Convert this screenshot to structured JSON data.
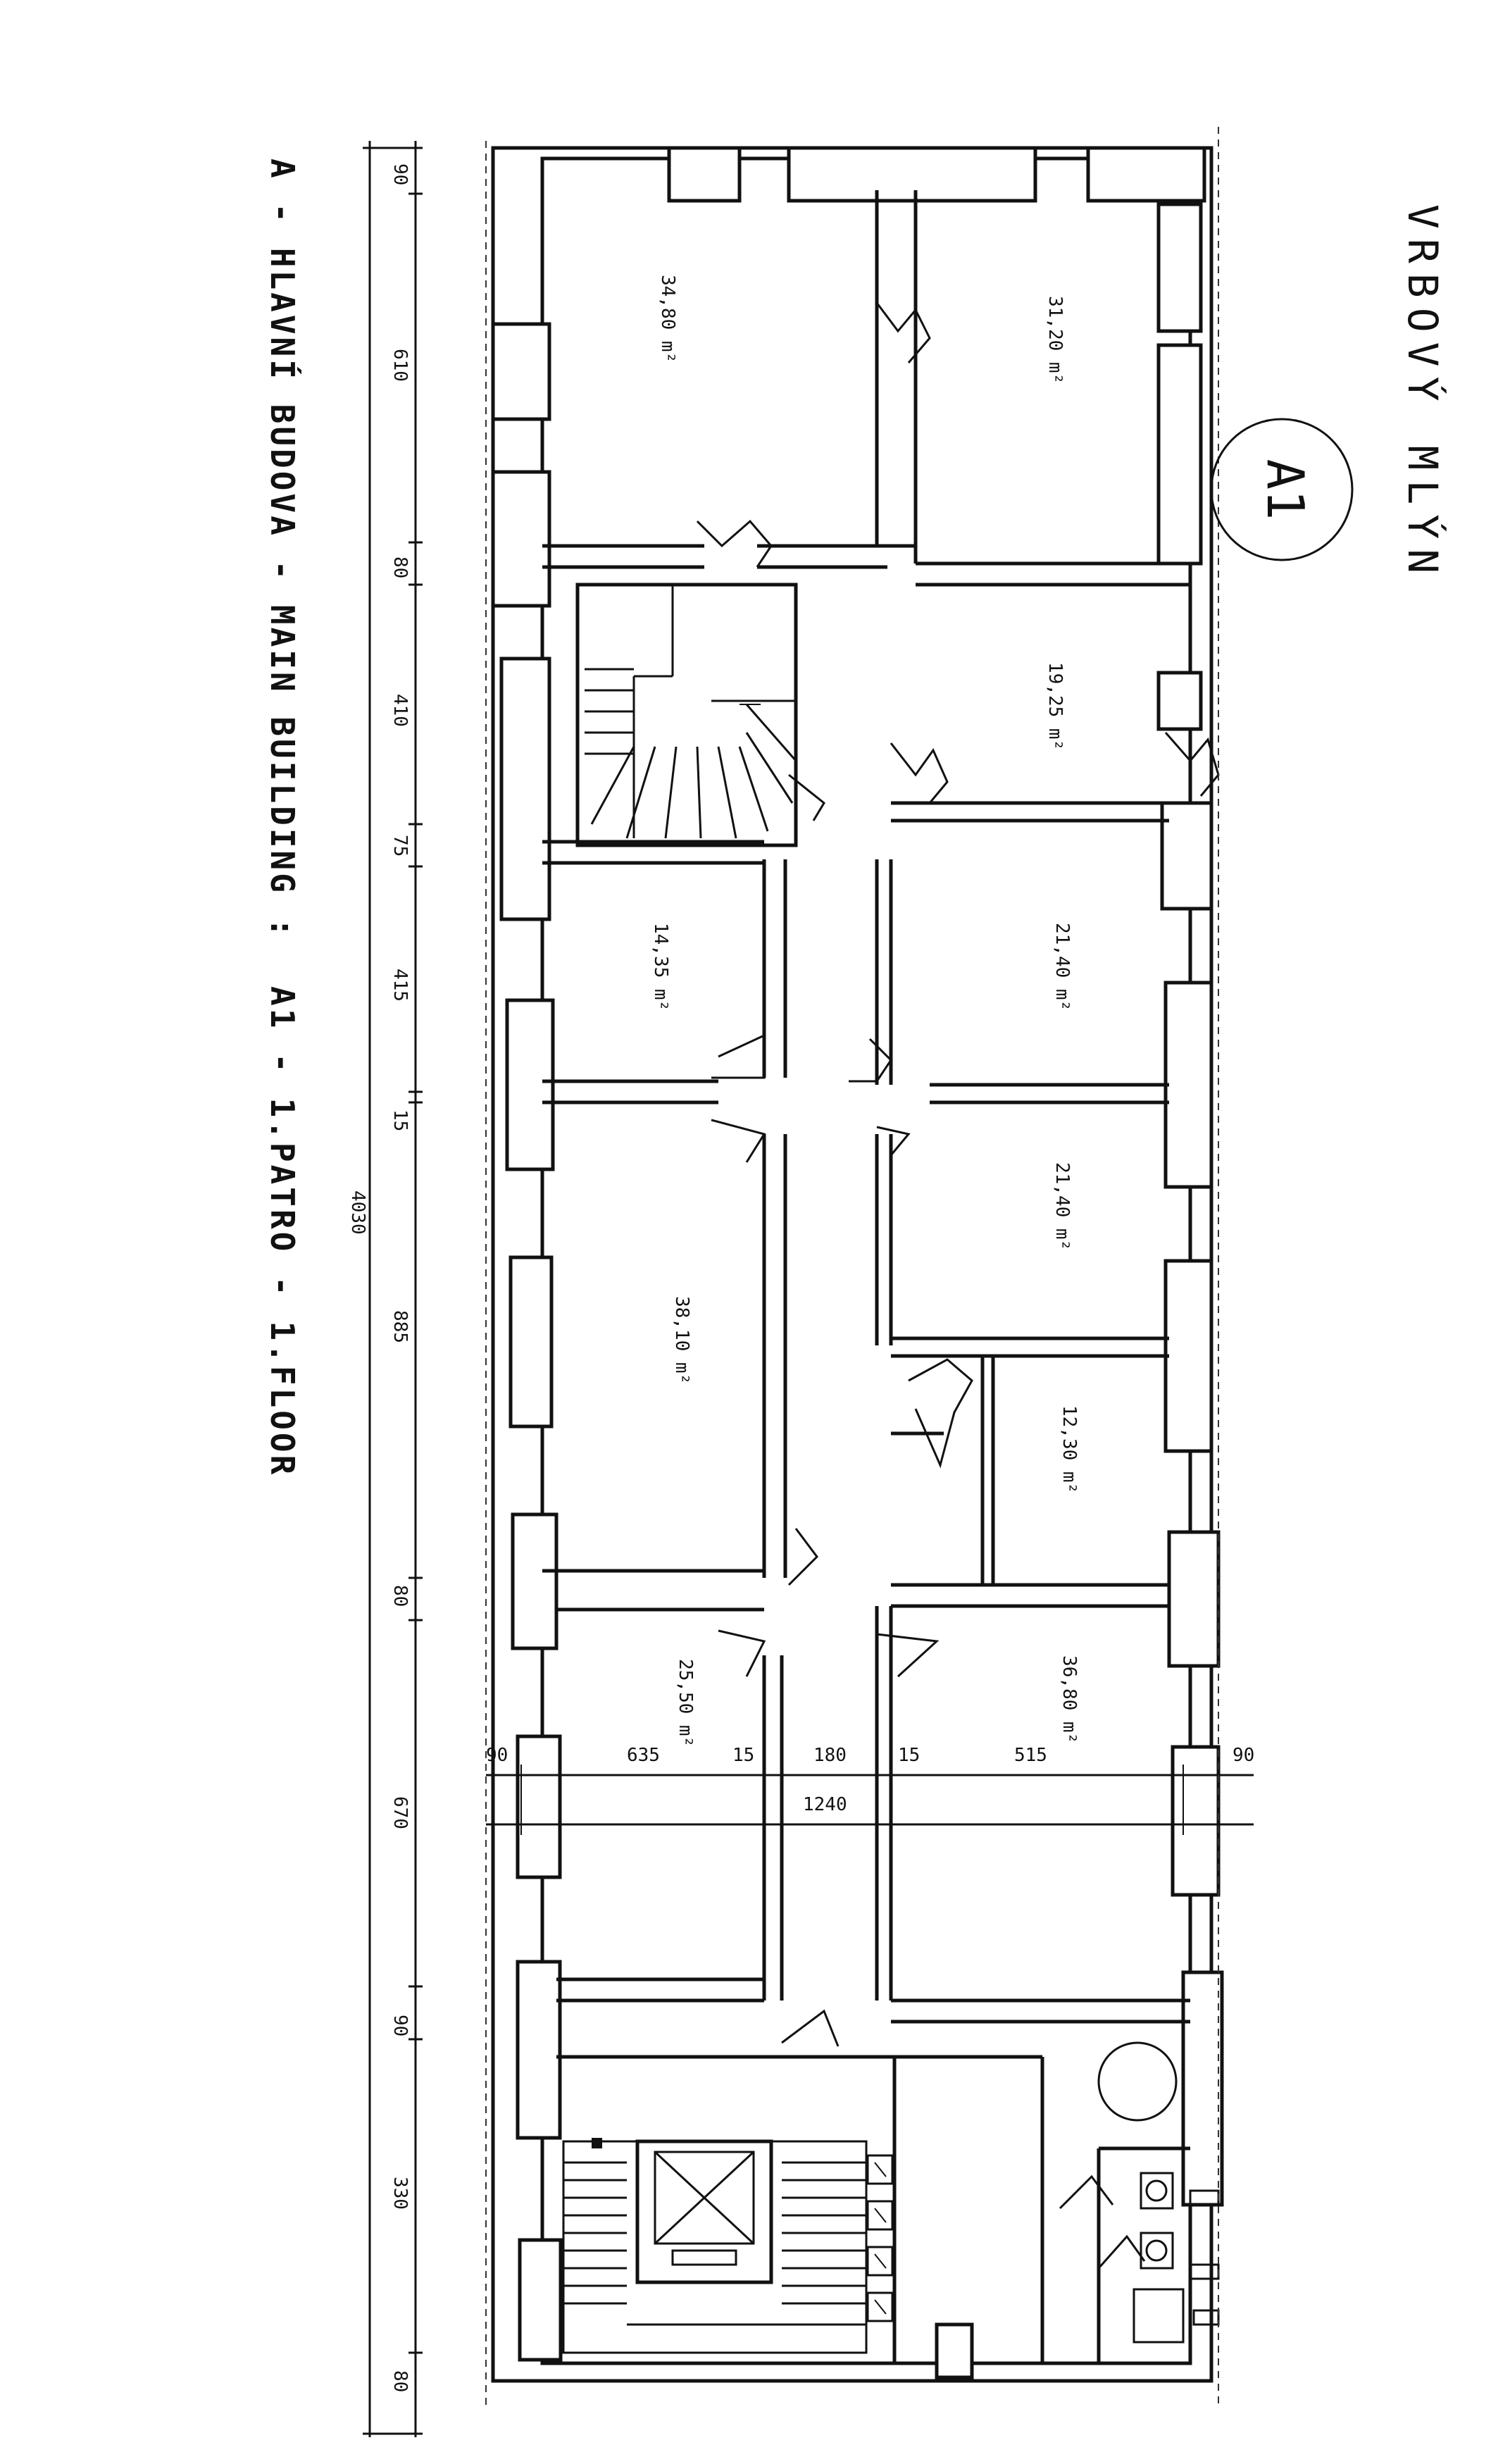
{
  "stamp": {
    "title": "VRBOVÝ MLÝN",
    "badge": "A1"
  },
  "caption": {
    "line1": "A - HLAVNÍ BUDOVA - MAIN BUILDING :",
    "line2": "A1 - 1.PATRO - 1.FLOOR"
  },
  "rooms": [
    "34,80 m²",
    "31,20 m²",
    "19,25 m²",
    "14,35 m²",
    "21,40 m²",
    "21,40 m²",
    "38,10 m²",
    "12,30 m²",
    "25,50 m²",
    "36,80 m²"
  ],
  "dimensions_long": [
    "90",
    "610",
    "80",
    "410",
    "75",
    "415",
    "15",
    "885",
    "80",
    "670",
    "90",
    "330",
    "80"
  ],
  "dimension_total": "4030",
  "dimensions_cross": [
    "90",
    "635",
    "15",
    "180",
    "15",
    "515",
    "90"
  ],
  "dimension_cross_total": "1240"
}
